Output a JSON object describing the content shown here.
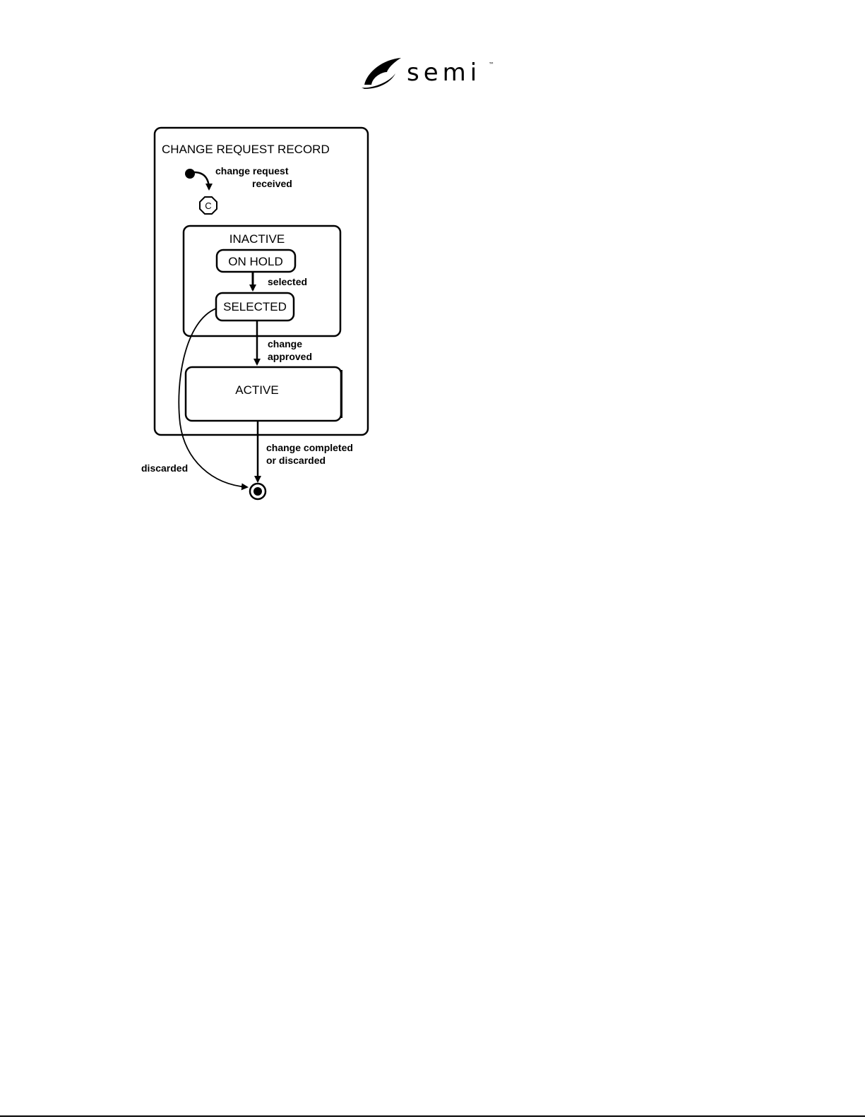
{
  "logo": {
    "wordmark": "semi",
    "trademark": "™"
  },
  "diagram": {
    "title": "CHANGE REQUEST RECORD",
    "history_marker": "C",
    "states": {
      "inactive": "INACTIVE",
      "on_hold": "ON HOLD",
      "selected": "SELECTED",
      "active": "ACTIVE"
    },
    "transitions": {
      "initial_line1": "change request",
      "initial_line2": "received",
      "selected": "selected",
      "approved_line1": "change",
      "approved_line2": "approved",
      "completed_line1": "change completed",
      "completed_line2": "or discarded",
      "discarded": "discarded"
    }
  }
}
